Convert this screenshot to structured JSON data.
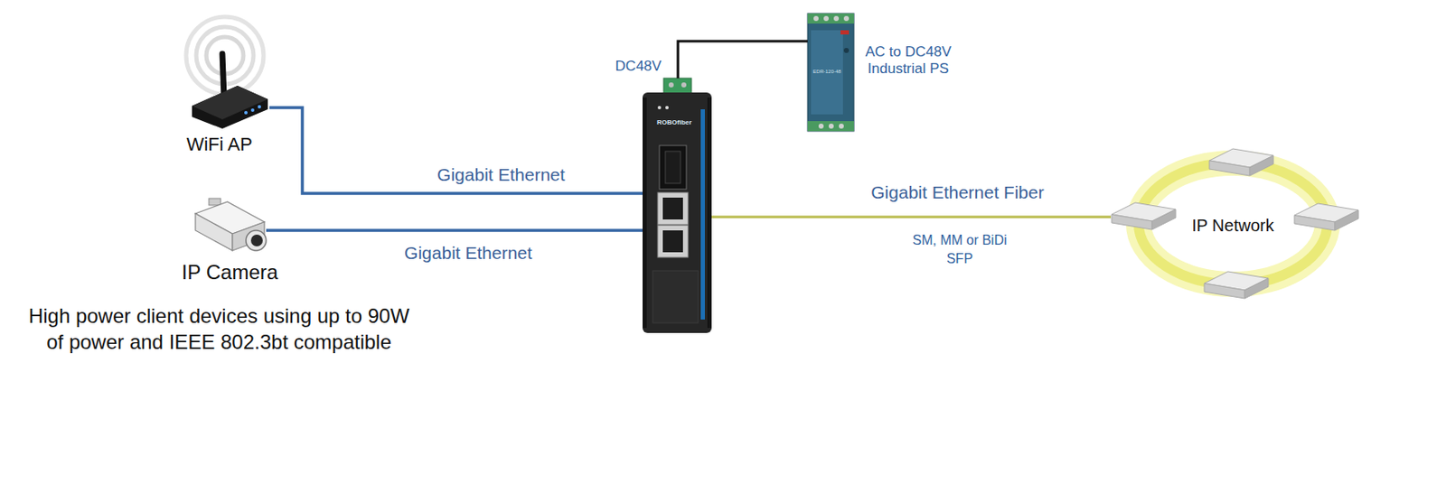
{
  "diagram": {
    "nodes": [
      {
        "text": [
          "WiFi AP"
        ]
      },
      {
        "text": [
          "IP Camera"
        ]
      },
      {
        "text": [
          "ROBOfiber"
        ]
      },
      {
        "text": [
          "EDR-120-48",
          "AC to DC48V Industrial PS"
        ]
      },
      {
        "text": [
          "IP Network"
        ]
      }
    ],
    "edges": [
      {
        "from": 0,
        "to": 2,
        "label": "Gigabit Ethernet",
        "arrow": "none"
      },
      {
        "from": 1,
        "to": 2,
        "label": "Gigabit Ethernet",
        "arrow": "none"
      },
      {
        "from": 2,
        "to": 4,
        "label": "Gigabit Ethernet Fiber",
        "arrow": "none"
      },
      {
        "from": 2,
        "to": 3,
        "arrow": "none"
      }
    ],
    "labels": [
      "High power client devices using up to 90W of power and IEEE 802.3bt compatible",
      "DC48V",
      "SM, MM or BiDi SFP"
    ]
  }
}
